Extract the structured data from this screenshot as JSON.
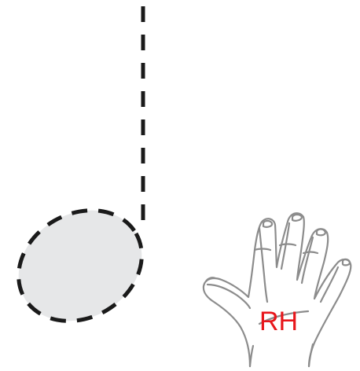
{
  "note": {
    "kind": "quarter-note",
    "style": "dashed-outline",
    "head_fill": "#e6e7e8",
    "stroke_color": "#1a1a1a"
  },
  "hand": {
    "label": "RH",
    "label_color": "#e8161b",
    "outline_color": "#8c8c8c",
    "icon": "right-hand-icon"
  }
}
